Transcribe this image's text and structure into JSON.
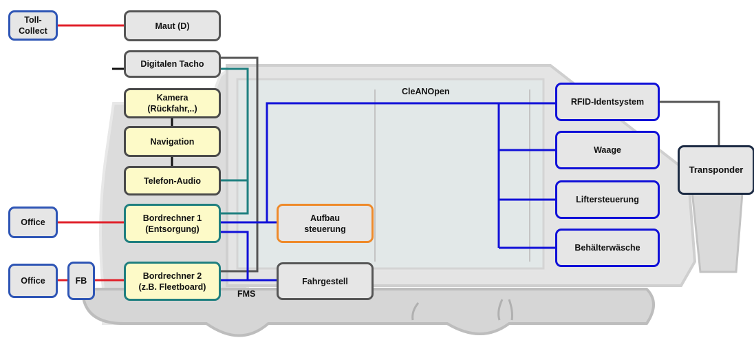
{
  "diagram": {
    "bus_label": "CleANOpen",
    "fms_label": "FMS",
    "nodes": {
      "toll_collect": "Toll-\nCollect",
      "maut": "Maut (D)",
      "tacho": "Digitalen Tacho",
      "kamera": "Kamera\n(Rückfahr,..)",
      "navigation": "Navigation",
      "telefon": "Telefon-Audio",
      "bordrechner1": "Bordrechner 1\n(Entsorgung)",
      "bordrechner2": "Bordrechner 2\n(z.B. Fleetboard)",
      "office1": "Office",
      "office2": "Office",
      "fb": "FB",
      "aufbau": "Aufbau\nsteuerung",
      "fahrgestell": "Fahrgestell",
      "rfid": "RFID-Identsystem",
      "waage": "Waage",
      "lifter": "Liftersteuerung",
      "behaelter": "Behälterwäsche",
      "transponder": "Transponder"
    },
    "colors": {
      "red_link": "#e0202a",
      "bus_blue": "#1010d8",
      "teal_link": "#1f8080",
      "gray_link": "#555555",
      "black_link": "#111111"
    }
  }
}
